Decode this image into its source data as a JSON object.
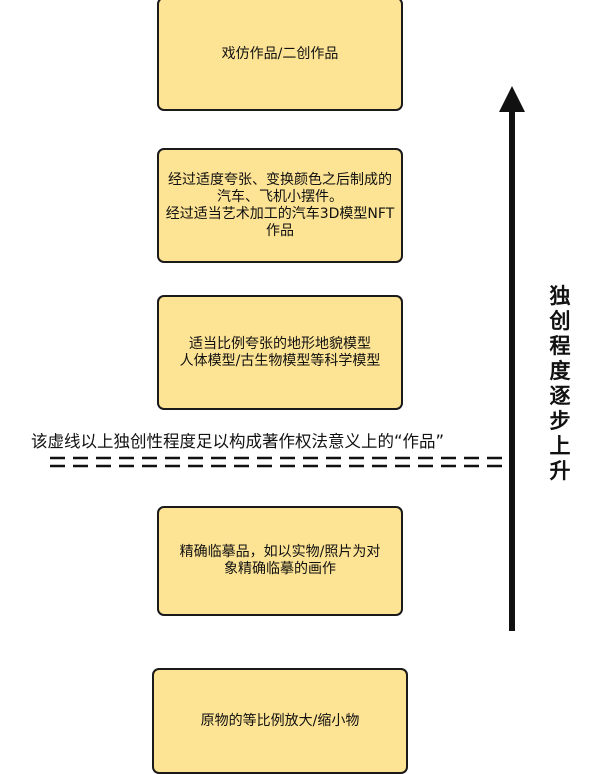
{
  "boxes": [
    {
      "lines": [
        "戏仿作品/二创作品"
      ]
    },
    {
      "lines": [
        "经过适度夸张、变换颜色之后制成的",
        "汽车、飞机小摆件。",
        "经过适当艺术加工的汽车3D模型NFT",
        "作品"
      ]
    },
    {
      "lines": [
        "适当比例夸张的地形地貌模型",
        "人体模型/古生物模型等科学模型"
      ]
    },
    {
      "lines": [
        "精确临摹品，如以实物/照片为对",
        "象精确临摹的画作"
      ]
    },
    {
      "lines": [
        "原物的等比例放大/缩小物"
      ]
    }
  ],
  "threshold": {
    "text": "该虚线以上独创性程度足以构成著作权法意义上的“作品”"
  },
  "arrow_label": {
    "chars": [
      "独",
      "创",
      "程",
      "度",
      "逐",
      "步",
      "上",
      "升"
    ]
  },
  "colors": {
    "box_fill": "#fde394",
    "box_border": "#1a1a1a",
    "line": "#111111"
  }
}
